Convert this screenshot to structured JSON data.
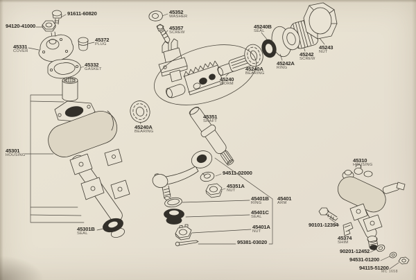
{
  "page": {
    "figure_code": "MC 1658"
  },
  "colors": {
    "paper": "#e8e2d2",
    "ink": "#3e3a31",
    "highlight": "#c8342c"
  },
  "highlight": {
    "part": "45240",
    "color": "#c8342c",
    "shape": "ellipse"
  },
  "parts": {
    "bolt_upper": {
      "part": "91611-60820"
    },
    "nut_upper": {
      "part": "94120-41000"
    },
    "cover": {
      "part": "45331",
      "caption": "COVER"
    },
    "plug": {
      "part": "45372",
      "caption": "PLUG"
    },
    "gasket": {
      "part": "45332",
      "caption": "GASKET"
    },
    "washer_top": {
      "part": "45352",
      "caption": "WASHER"
    },
    "screw_top": {
      "part": "45357",
      "caption": "SCREW"
    },
    "seal_upper": {
      "part": "45240B",
      "caption": "SEAL"
    },
    "oring": {
      "part": "45242A",
      "caption": "RING"
    },
    "adjust_screw": {
      "part": "45242",
      "caption": "SCREW"
    },
    "big_nut": {
      "part": "45243",
      "caption": "NUT"
    },
    "bearing_right": {
      "part": "45240A",
      "caption": "BEARING"
    },
    "worm": {
      "part": "45240",
      "caption": "WORM"
    },
    "bearing_left": {
      "part": "45240A",
      "caption": "BEARING"
    },
    "sector_shaft": {
      "part": "45351",
      "caption": "SHAFT"
    },
    "housing_main": {
      "part": "45301",
      "caption": "HOUSING"
    },
    "seal_lower": {
      "part": "45301B",
      "caption": "SEAL"
    },
    "arm_washer": {
      "part": "94511-02000"
    },
    "sector_nut": {
      "part": "45351A",
      "caption": "NUT"
    },
    "arm_ring": {
      "part": "45401B",
      "caption": "RING"
    },
    "arm_assembly": {
      "part": "45401",
      "caption": "ARM"
    },
    "arm_seal": {
      "part": "45401C",
      "caption": "SEAL"
    },
    "arm_nut": {
      "part": "45401A",
      "caption": "NUT"
    },
    "cotter_pin": {
      "part": "95381-03020"
    },
    "housing_second": {
      "part": "45310",
      "caption": "HOUSING"
    },
    "housing_bolt": {
      "part": "90101-12394"
    },
    "shim": {
      "part": "45374",
      "caption": "SHIM"
    },
    "washer_spring": {
      "part": "90201-12452"
    },
    "washer_plain": {
      "part": "94531-01200"
    },
    "nut_end": {
      "part": "94115-51200"
    }
  }
}
